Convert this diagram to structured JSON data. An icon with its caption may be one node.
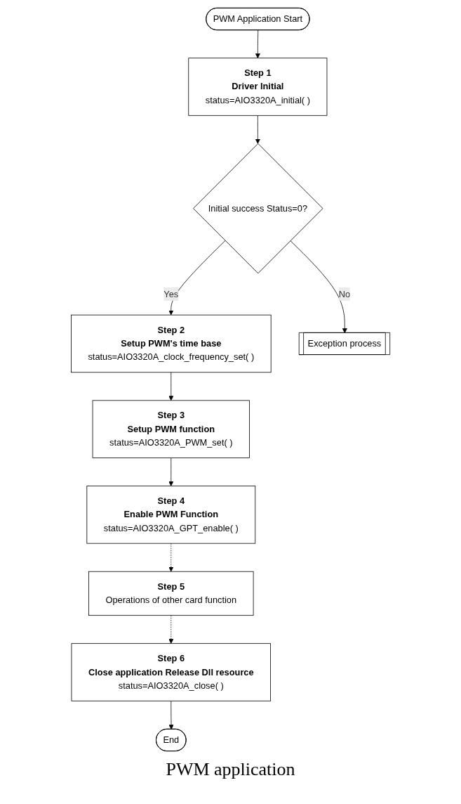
{
  "diagram": {
    "caption": "PWM application",
    "nodes": [
      {
        "text": [
          "PWM Application Start"
        ]
      },
      {
        "text": [
          "Step 1",
          "Driver Initial",
          "status=AIO3320A_initial( )"
        ]
      },
      {
        "text": [
          "Initial success Status=0?"
        ]
      },
      {
        "text": [
          "Step 2",
          "Setup PWM's time base",
          "status=AIO3320A_clock_frequency_set( )"
        ]
      },
      {
        "text": [
          "Step 3",
          "Setup PWM function",
          "status=AIO3320A_PWM_set( )"
        ]
      },
      {
        "text": [
          "Step 4",
          "Enable PWM Function",
          "status=AIO3320A_GPT_enable( )"
        ]
      },
      {
        "text": [
          "Step 5",
          "Operations of other card function"
        ]
      },
      {
        "text": [
          "Step 6",
          "Close application Release Dll resource",
          "status=AIO3320A_close( )"
        ]
      },
      {
        "text": [
          "End"
        ]
      },
      {
        "text": [
          "Exception process"
        ]
      }
    ],
    "edges": [
      {
        "from": 0,
        "to": 1,
        "arrow": "to"
      },
      {
        "from": 1,
        "to": 2,
        "arrow": "to"
      },
      {
        "from": 2,
        "to": 3,
        "arrow": "to",
        "label": "Yes"
      },
      {
        "from": 3,
        "to": 4,
        "arrow": "to"
      },
      {
        "from": 4,
        "to": 5,
        "arrow": "to"
      },
      {
        "from": 5,
        "to": 6,
        "arrow": "to",
        "style": "dashed"
      },
      {
        "from": 6,
        "to": 7,
        "arrow": "to",
        "style": "dashed"
      },
      {
        "from": 7,
        "to": 8,
        "arrow": "to"
      },
      {
        "from": 2,
        "to": 9,
        "arrow": "to",
        "label": "No"
      }
    ]
  }
}
